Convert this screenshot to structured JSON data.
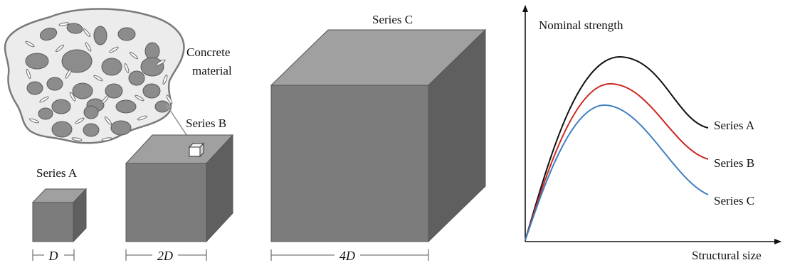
{
  "figure": {
    "material_label_line1": "Concrete",
    "material_label_line2": "material",
    "specimens": [
      {
        "label": "Series A",
        "dimension": "D"
      },
      {
        "label": "Series B",
        "dimension": "2D"
      },
      {
        "label": "Series C",
        "dimension": "4D"
      }
    ]
  },
  "chart": {
    "ylabel": "Nominal strength",
    "xlabel": "Structural size",
    "curves": [
      {
        "name": "Series A",
        "color": "#111111"
      },
      {
        "name": "Series B",
        "color": "#cc2a22"
      },
      {
        "name": "Series C",
        "color": "#3f7fc1"
      }
    ]
  },
  "colors": {
    "cube_front": "#7c7c7c",
    "cube_top": "#a0a0a0",
    "cube_side": "#5f5f5f",
    "aggregate": "#8c8c8c",
    "matrix": "#ececec"
  }
}
